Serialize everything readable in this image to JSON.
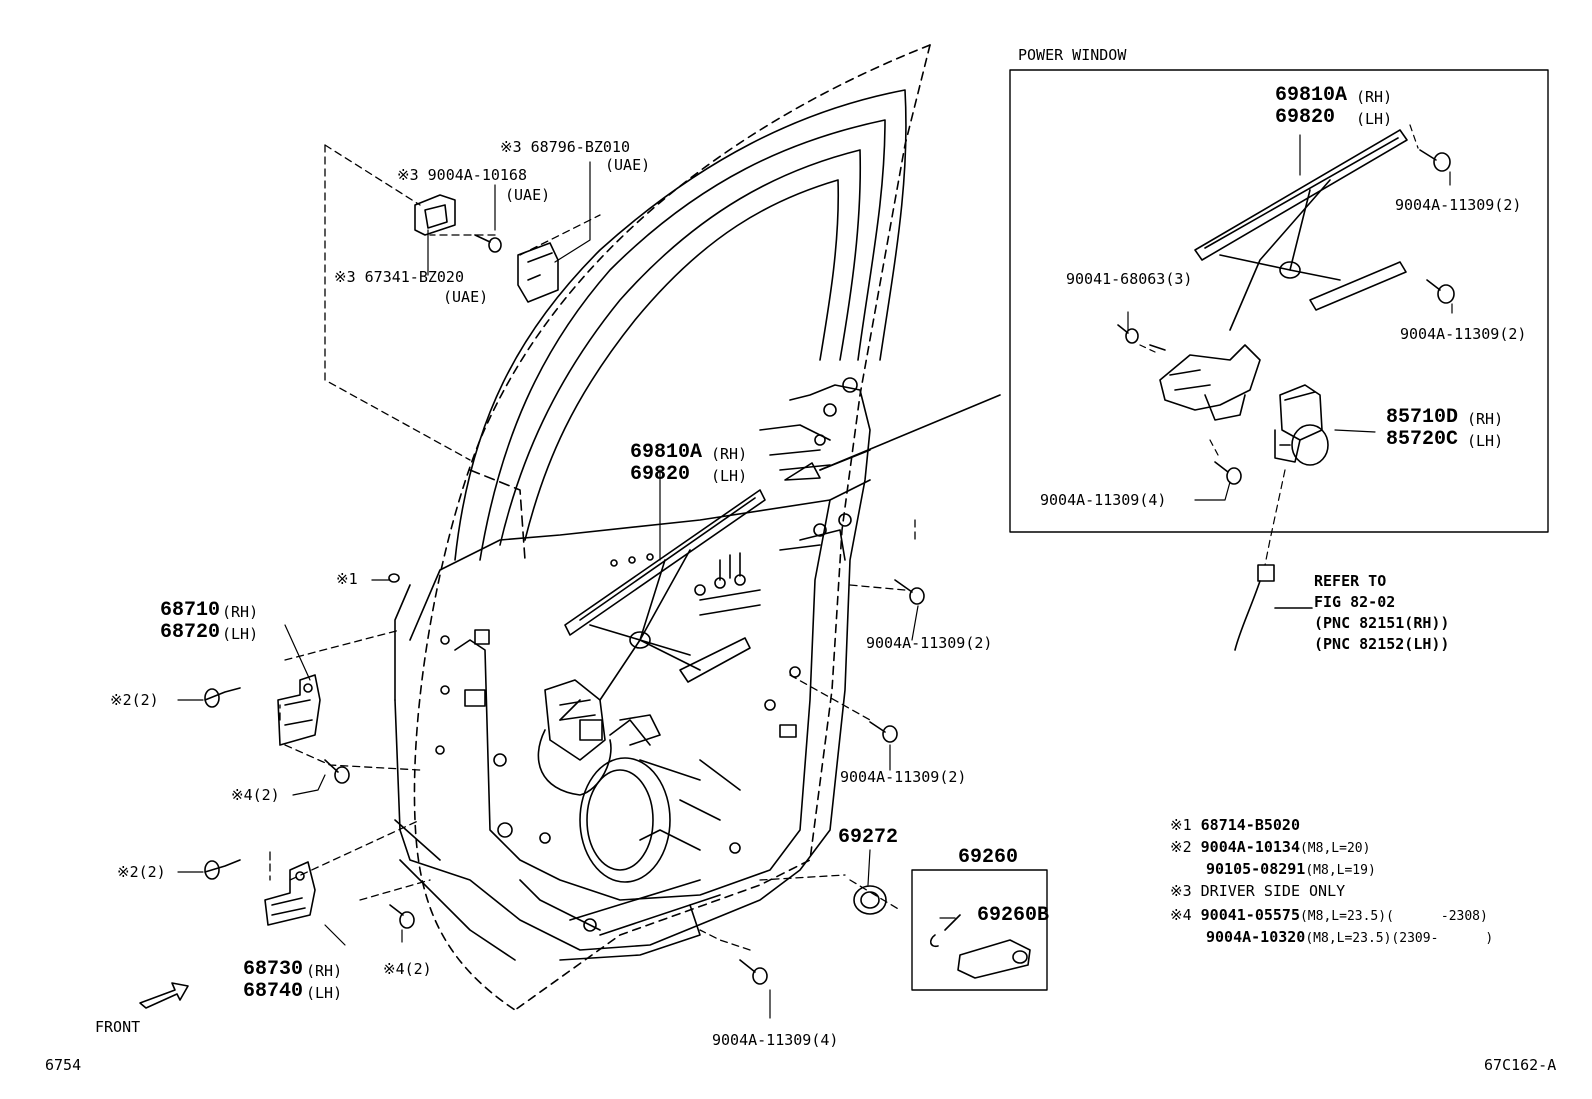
{
  "sheet": {
    "fig_id": "6754",
    "drawing_id": "67C162-A",
    "front_label": "FRONT",
    "inset_title": "POWER WINDOW"
  },
  "callouts": {
    "c3_68796": "※3 68796-BZ010",
    "c3_68796_uae": "(UAE)",
    "c3_9004a_10168": "※3 9004A-10168",
    "c3_9004a_10168_uae": "(UAE)",
    "c3_67341": "※3 67341-BZ020",
    "c3_67341_uae": "(UAE)",
    "reg_69810a": "69810A",
    "reg_69810a_side": "(RH)",
    "reg_69820": "69820",
    "reg_69820_side": "(LH)",
    "c1": "※1",
    "hinge_upper_rh": "68710",
    "hinge_upper_rh_side": "(RH)",
    "hinge_upper_lh": "68720",
    "hinge_upper_lh_side": "(LH)",
    "c2_upper": "※2(2)",
    "c4_upper": "※4(2)",
    "c2_lower": "※2(2)",
    "c4_lower": "※4(2)",
    "hinge_lower_rh": "68730",
    "hinge_lower_rh_side": "(RH)",
    "hinge_lower_lh": "68740",
    "hinge_lower_lh_side": "(LH)",
    "bolt_a": "9004A-11309(2)",
    "bolt_b": "9004A-11309(2)",
    "bolt_c": "9004A-11309(4)",
    "plug": "69272",
    "handle": "69260",
    "handle_knob": "69260B"
  },
  "inset": {
    "reg_69810a": "69810A",
    "reg_69810a_side": "(RH)",
    "reg_69820": "69820",
    "reg_69820_side": "(LH)",
    "bolt_top": "9004A-11309(2)",
    "bolt_mid": "9004A-11309(2)",
    "bolt_bottom": "9004A-11309(4)",
    "screw": "90041-68063(3)",
    "motor_rh": "85710D",
    "motor_rh_side": "(RH)",
    "motor_lh": "85720C",
    "motor_lh_side": "(LH)"
  },
  "refer": {
    "line1": "REFER TO",
    "line2": "FIG 82-02",
    "line3": "(PNC 82151(RH))",
    "line4": "(PNC 82152(LH))"
  },
  "notes": [
    {
      "mark": "※1",
      "part": "68714-B5020",
      "spec": ""
    },
    {
      "mark": "※2",
      "part": "9004A-10134",
      "spec": "(M8,L=20)"
    },
    {
      "mark": "",
      "part": "90105-08291",
      "spec": "(M8,L=19)"
    },
    {
      "mark": "※3",
      "part": "DRIVER SIDE ONLY",
      "spec": ""
    },
    {
      "mark": "※4",
      "part": "90041-05575",
      "spec": "(M8,L=23.5)(      -2308)"
    },
    {
      "mark": "",
      "part": "9004A-10320",
      "spec": "(M8,L=23.5)(2309-      )"
    }
  ]
}
